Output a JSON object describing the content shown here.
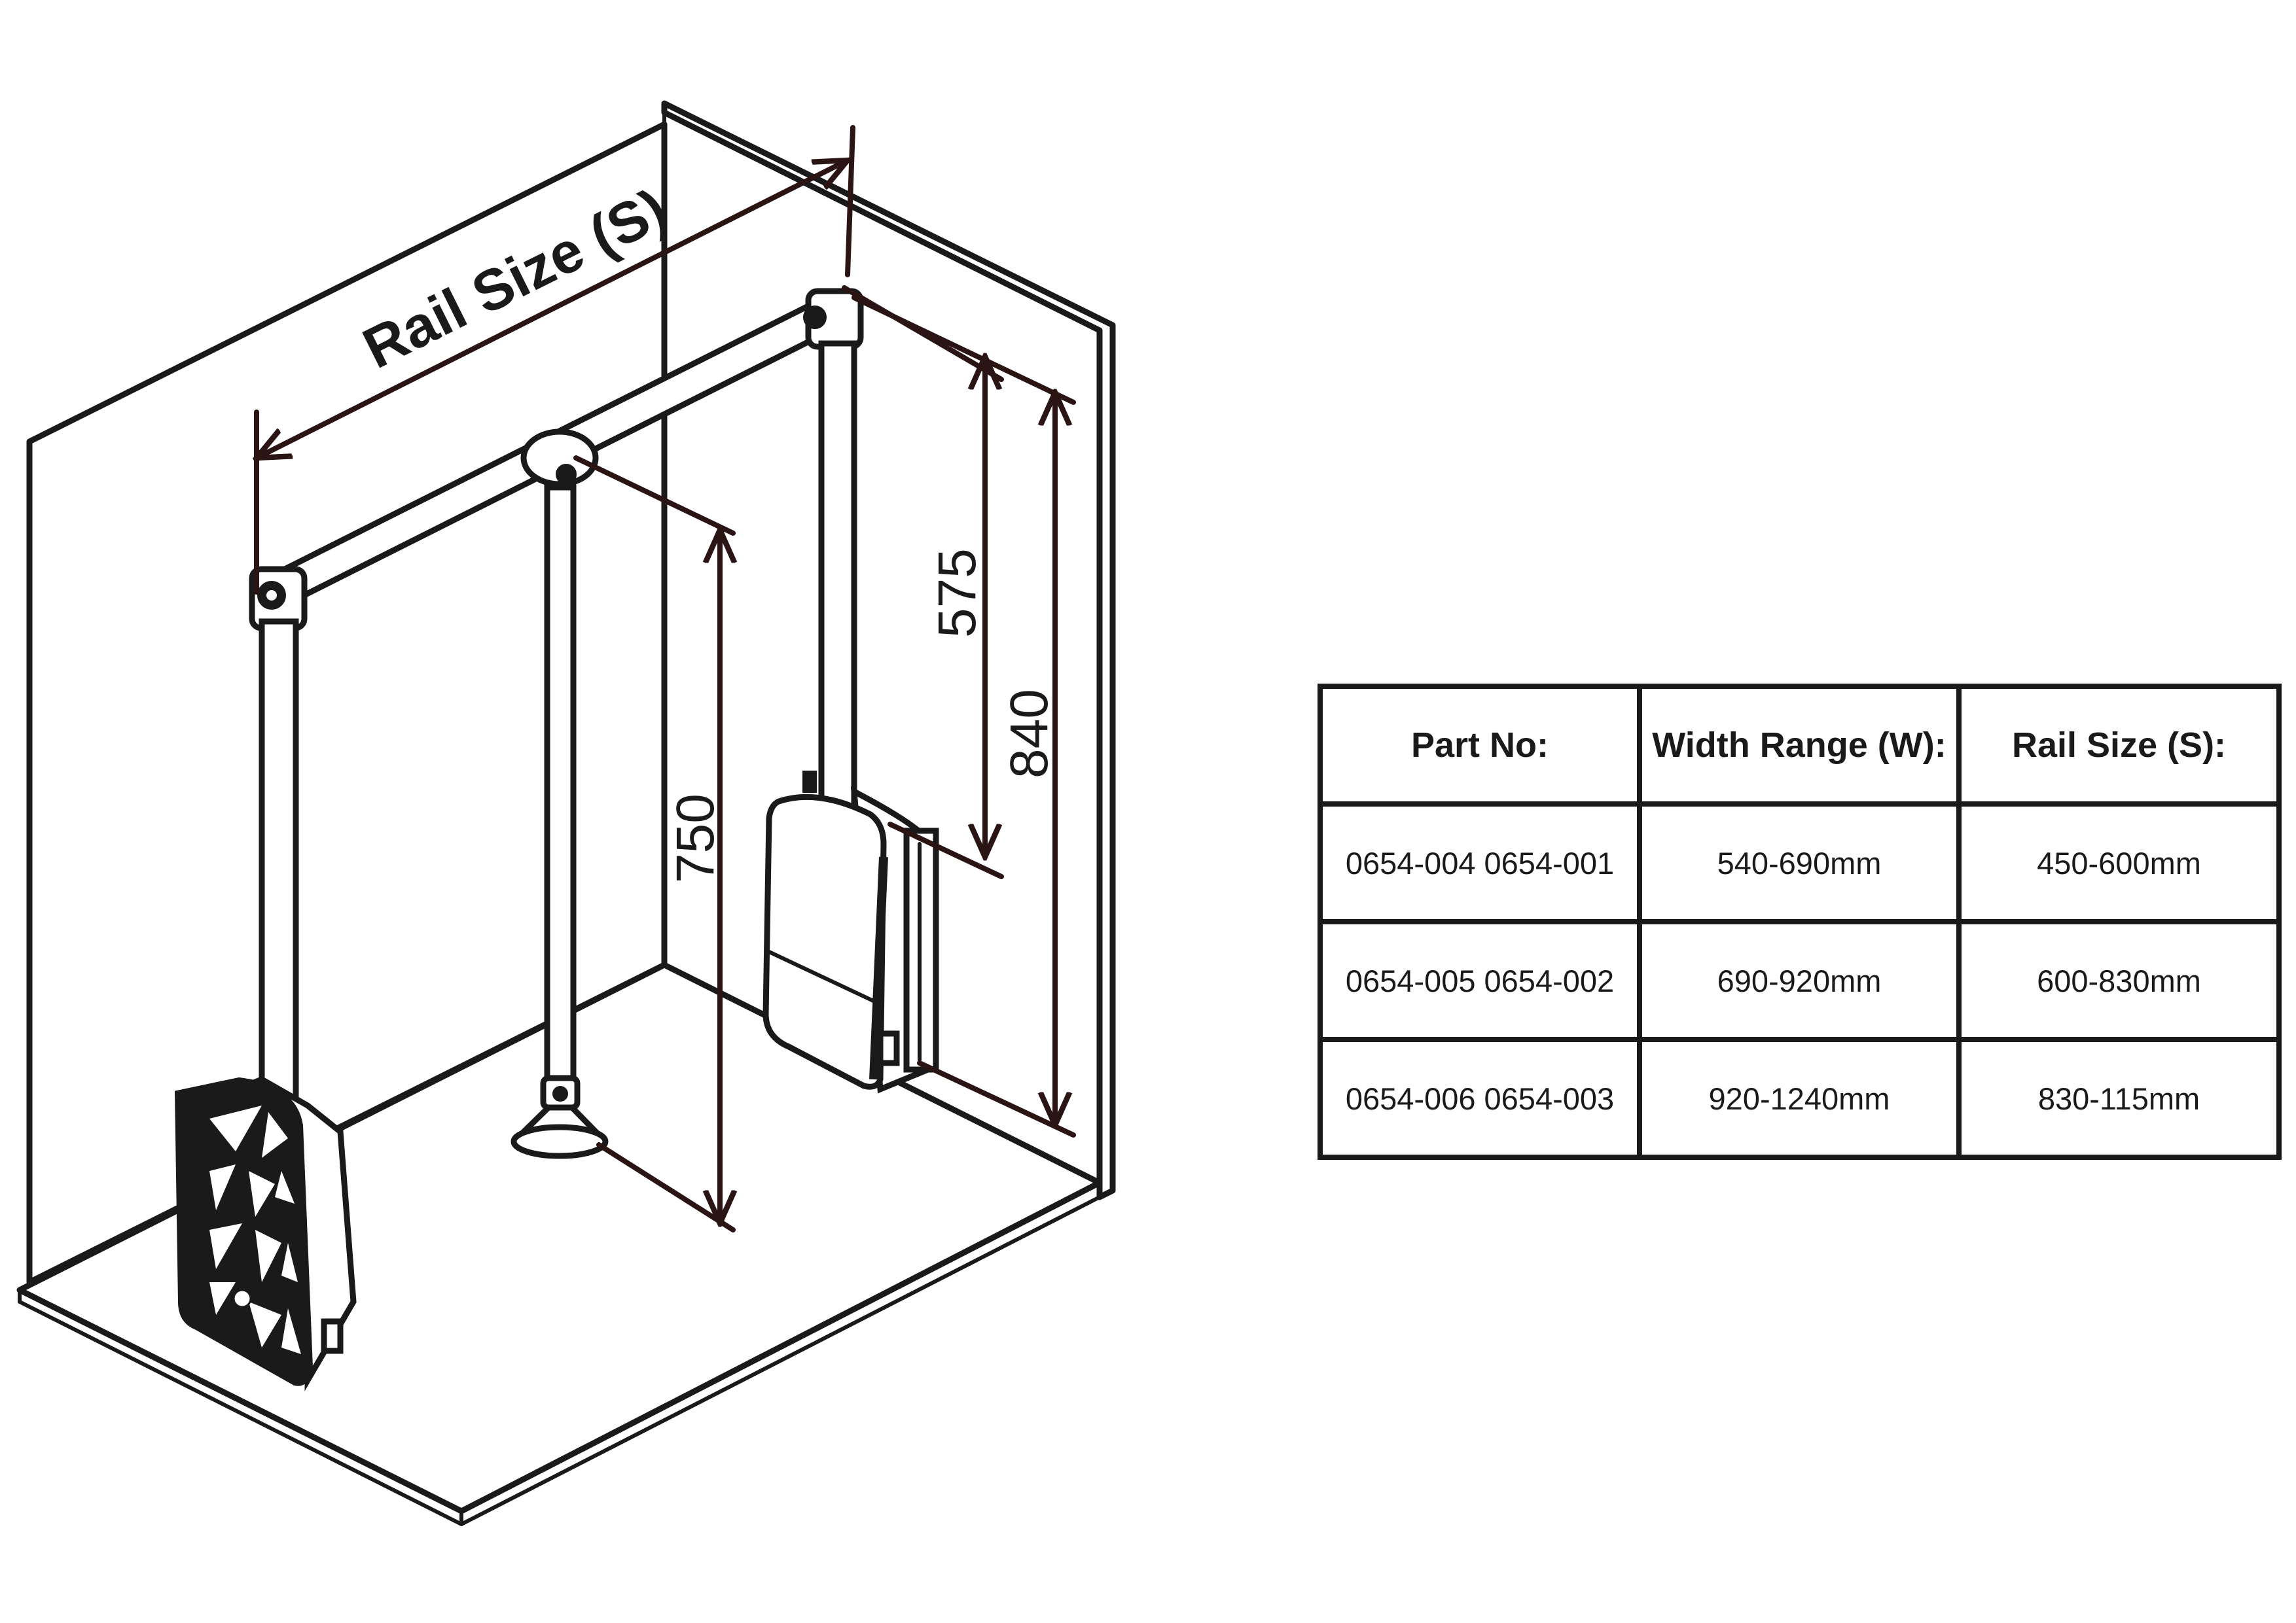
{
  "diagram": {
    "rail_size_label": "Rail Size (S)",
    "dim_575": "575",
    "dim_840": "840",
    "dim_750": "750"
  },
  "table": {
    "headers": [
      "Part No:",
      "Width Range (W):",
      "Rail Size (S):"
    ],
    "rows": [
      [
        "0654-004 0654-001",
        "540-690mm",
        "450-600mm"
      ],
      [
        "0654-005 0654-002",
        "690-920mm",
        "600-830mm"
      ],
      [
        "0654-006 0654-003",
        "920-1240mm",
        "830-115mm"
      ]
    ]
  }
}
